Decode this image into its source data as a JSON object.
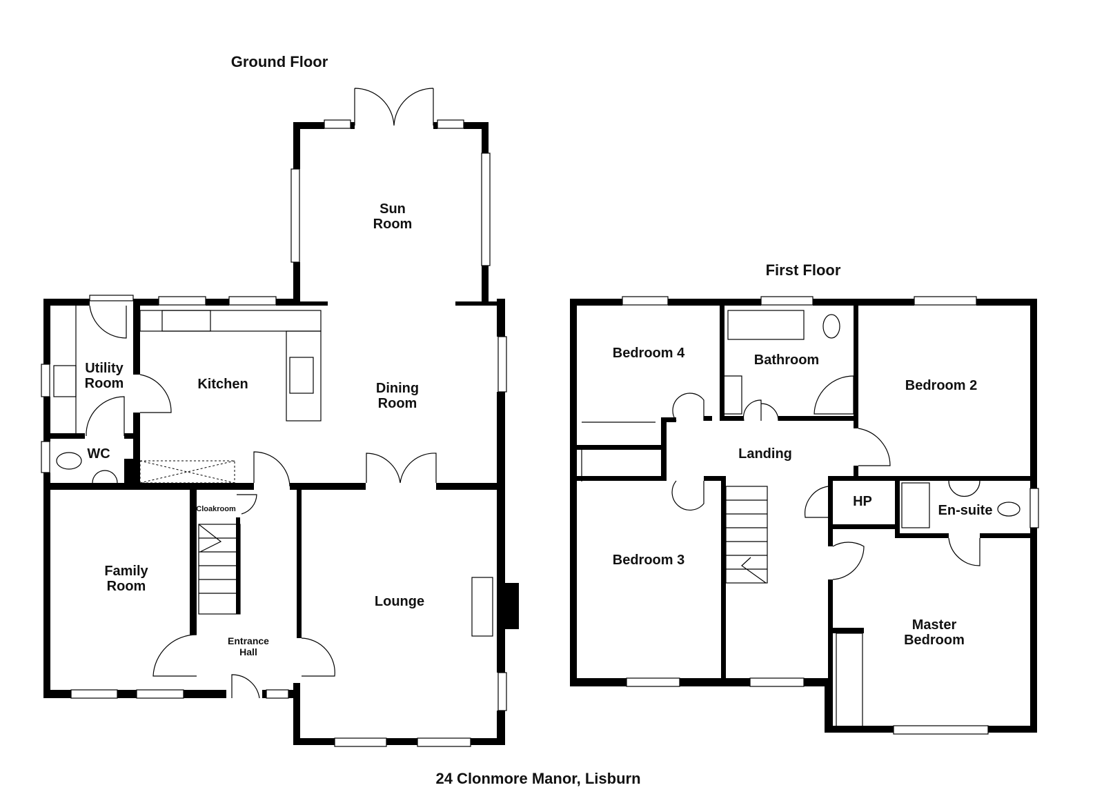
{
  "ground_floor": {
    "title": "Ground Floor",
    "rooms": {
      "sun_room": [
        "Sun",
        "Room"
      ],
      "utility_room": [
        "Utility",
        "Room"
      ],
      "kitchen": "Kitchen",
      "dining_room": [
        "Dining",
        "Room"
      ],
      "wc": "WC",
      "cloakroom": "Cloakroom",
      "family_room": [
        "Family",
        "Room"
      ],
      "lounge": "Lounge",
      "entrance_hall": [
        "Entrance",
        "Hall"
      ]
    }
  },
  "first_floor": {
    "title": "First Floor",
    "rooms": {
      "bedroom_4": "Bedroom 4",
      "bathroom": "Bathroom",
      "bedroom_2": "Bedroom 2",
      "landing": "Landing",
      "hp": "HP",
      "en_suite": "En-suite",
      "bedroom_3": "Bedroom 3",
      "master_bedroom": [
        "Master",
        "Bedroom"
      ]
    }
  },
  "address": "24 Clonmore Manor, Lisburn"
}
